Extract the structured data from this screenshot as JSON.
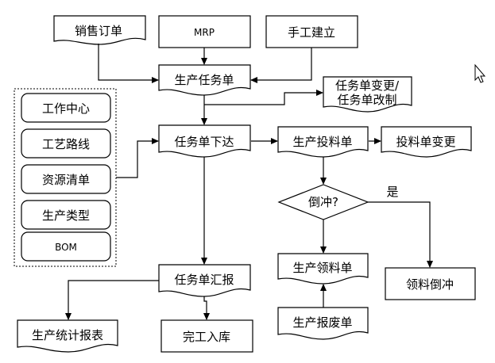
{
  "nodes": {
    "sales_order": "销售订单",
    "mrp": "MRP",
    "manual_create": "手工建立",
    "prod_task": "生产任务单",
    "task_change_1": "任务单变更/",
    "task_change_2": "任务单改制",
    "work_center": "工作中心",
    "routing": "工艺路线",
    "resource_list": "资源清单",
    "prod_type": "生产类型",
    "bom": "BOM",
    "task_release": "任务单下达",
    "prod_feed": "生产投料单",
    "feed_change": "投料单变更",
    "backflush_q": "倒冲?",
    "yes": "是",
    "task_report": "任务单汇报",
    "prod_pick": "生产领料单",
    "pick_backflush": "领料倒冲",
    "prod_stats": "生产统计报表",
    "finish_store": "完工入库",
    "prod_scrap": "生产报废单"
  }
}
